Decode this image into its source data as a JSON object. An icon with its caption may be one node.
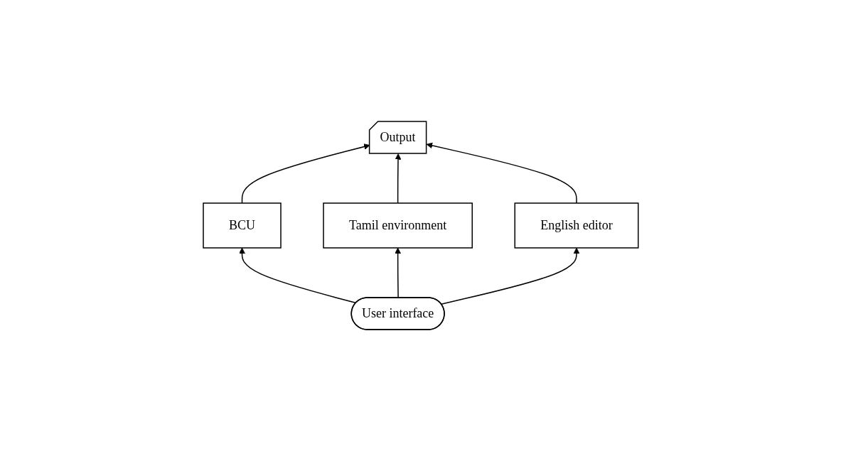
{
  "diagram": {
    "nodes": [
      {
        "text": [
          "Output"
        ]
      },
      {
        "text": [
          "BCU"
        ]
      },
      {
        "text": [
          "User interface"
        ]
      },
      {
        "text": [
          "English editor"
        ]
      },
      {
        "text": [
          "Tamil environment"
        ]
      }
    ],
    "edges": [
      {
        "from": 1,
        "to": 0,
        "arrow": "to"
      },
      {
        "from": 4,
        "to": 0,
        "arrow": "to"
      },
      {
        "from": 3,
        "to": 0,
        "arrow": "to"
      },
      {
        "from": 2,
        "to": 1,
        "arrow": "to"
      },
      {
        "from": 2,
        "to": 3,
        "arrow": "to"
      },
      {
        "from": 2,
        "to": 4,
        "arrow": "to"
      }
    ]
  }
}
